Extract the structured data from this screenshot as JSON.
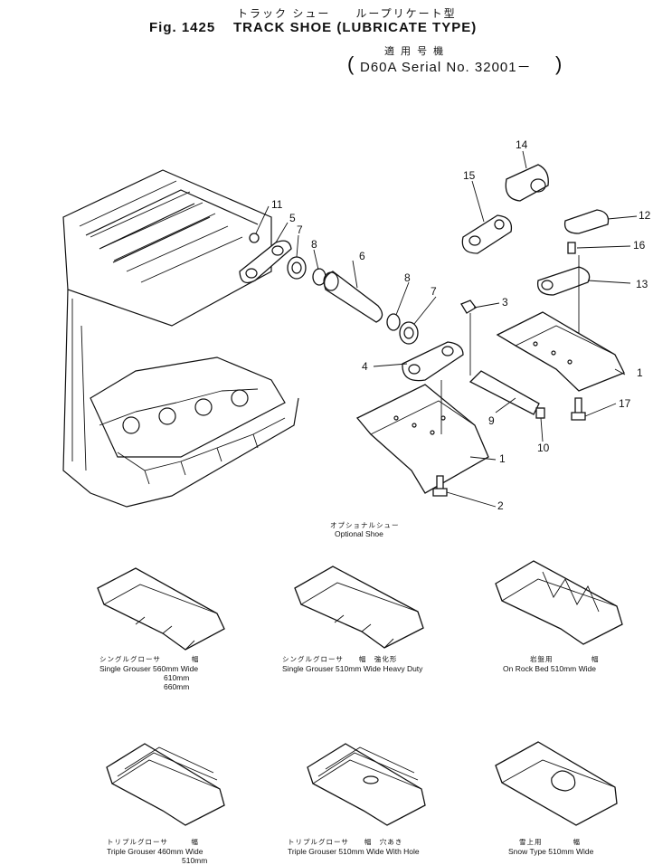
{
  "header": {
    "title_jp": "トラック シュー　　ループリケート型",
    "fig_label": "Fig. 1425",
    "title_en": "TRACK SHOE (LUBRICATE TYPE)",
    "serial_jp": "適 用 号 機",
    "serial_open": "(",
    "serial_text": "D60A Serial No. 32001－",
    "serial_close": ")"
  },
  "callouts": [
    "1",
    "1",
    "2",
    "3",
    "4",
    "5",
    "6",
    "7",
    "7",
    "8",
    "8",
    "9",
    "10",
    "11",
    "12",
    "13",
    "14",
    "15",
    "16",
    "17"
  ],
  "optional_label": {
    "jp": "オプショナルシュー",
    "en": "Optional Shoe"
  },
  "shoes": [
    {
      "jp": "シングルグローサ　　　　幅",
      "lines": [
        "Single Grouser  560mm Wide",
        "610mm",
        "660mm"
      ]
    },
    {
      "jp": "シングルグローサ　　幅　強化形",
      "lines": [
        "Single Grouser  510mm Wide Heavy Duty"
      ]
    },
    {
      "jp": "岩盤用　　　　　幅",
      "lines": [
        "On Rock Bed 510mm Wide"
      ]
    },
    {
      "jp": "トリプルグローサ　　　幅",
      "lines": [
        "Triple Grouser  460mm Wide",
        "510mm"
      ]
    },
    {
      "jp": "トリプルグローサ　　幅　穴あき",
      "lines": [
        "Triple Grouser  510mm Wide With Hole"
      ]
    },
    {
      "jp": "雪上用　　　　幅",
      "lines": [
        "Snow Type 510mm Wide"
      ]
    }
  ]
}
